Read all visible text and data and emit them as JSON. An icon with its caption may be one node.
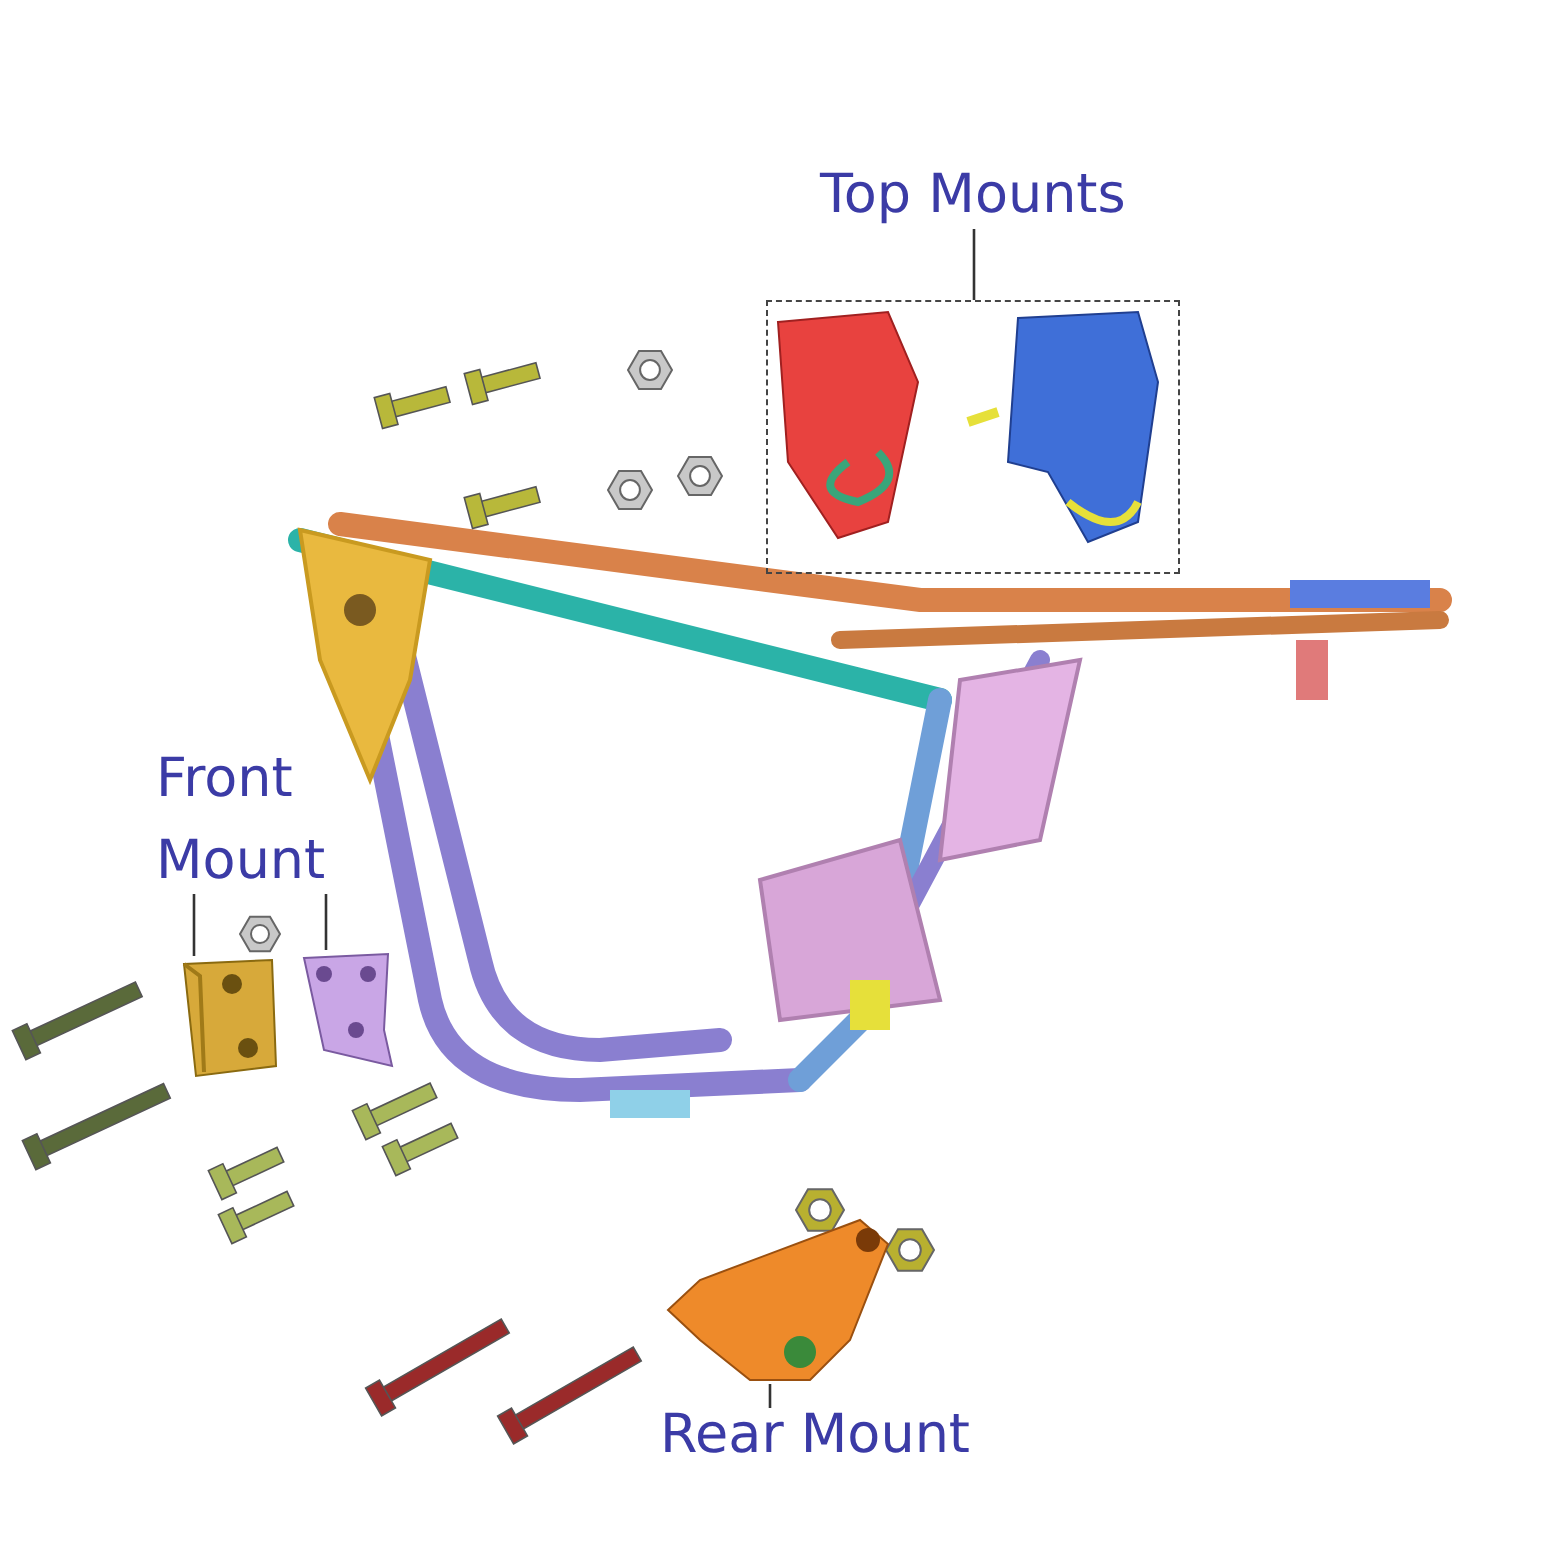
{
  "diagram": {
    "nodes": [
      {
        "text": [
          "Top Mounts"
        ]
      },
      {
        "text": [],
        "shape": "box"
      },
      {
        "text": [
          "Front Mount"
        ]
      },
      {
        "text": [],
        "shape": "picture"
      },
      {
        "text": [],
        "shape": "picture"
      },
      {
        "text": [
          "Rear Mount"
        ]
      },
      {
        "text": [],
        "shape": "picture"
      }
    ],
    "edges": [
      {
        "from": 0,
        "to": 1,
        "arrow": "none"
      },
      {
        "from": 2,
        "to": 3,
        "arrow": "none"
      },
      {
        "from": 2,
        "to": 4,
        "arrow": "none"
      },
      {
        "from": 5,
        "to": 6,
        "arrow": "none"
      }
    ]
  }
}
